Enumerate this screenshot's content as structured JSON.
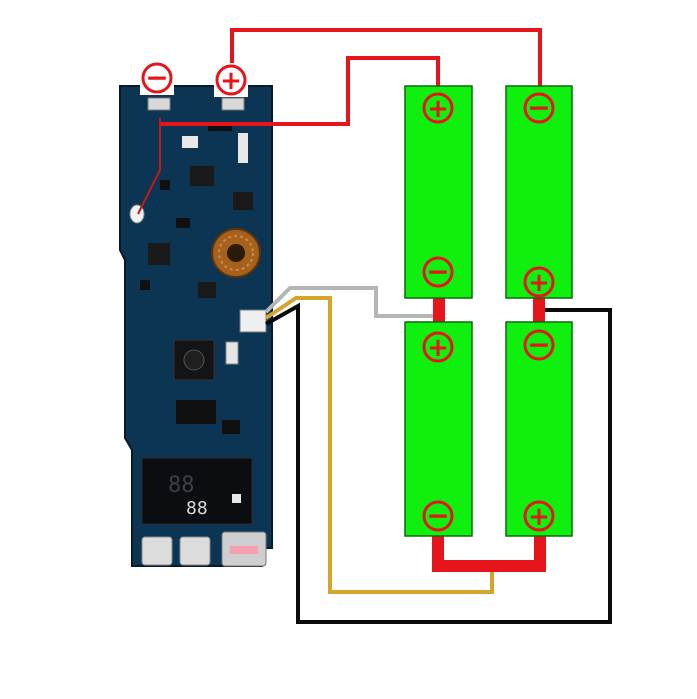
{
  "terminals": {
    "negative_symbol": "−",
    "positive_symbol": "+"
  },
  "batteries": [
    {
      "id": "cell-1",
      "top": "+",
      "bottom": "−"
    },
    {
      "id": "cell-2",
      "top": "−",
      "bottom": "+"
    },
    {
      "id": "cell-3",
      "top": "+",
      "bottom": "−"
    },
    {
      "id": "cell-4",
      "top": "−",
      "bottom": "+"
    }
  ],
  "display": {
    "row1": "88",
    "row2": "88"
  },
  "colors": {
    "battery_fill": "#10f00f",
    "battery_border": "#0b6a0b",
    "wire_red": "#e5151b",
    "wire_black": "#0a0a0a",
    "wire_gold": "#d5a42a",
    "wire_grey": "#b5b5b5",
    "pcb": "#0c3453",
    "pcb_dark": "#071f33"
  }
}
